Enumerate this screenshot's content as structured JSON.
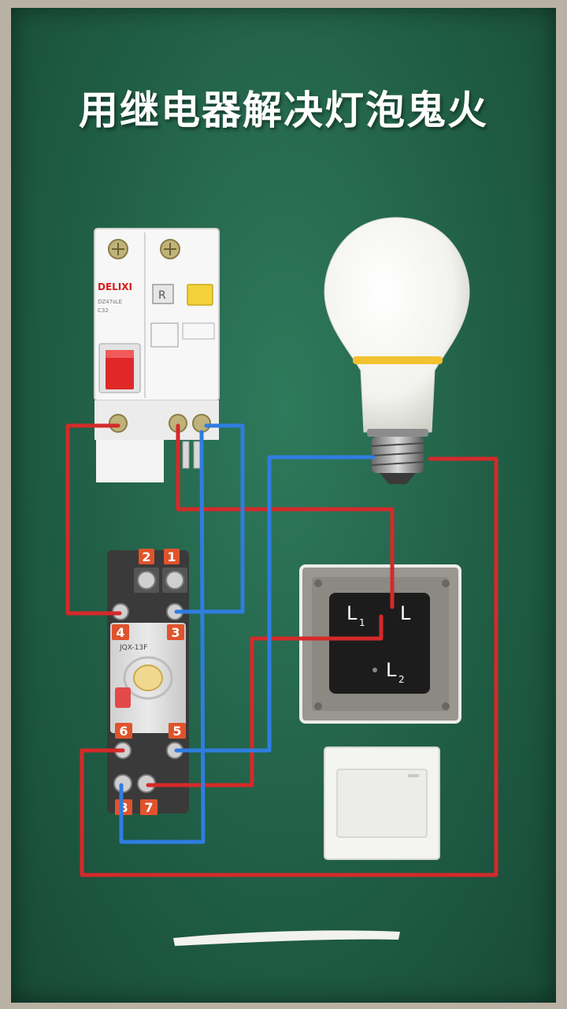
{
  "title": "用继电器解决灯泡鬼火",
  "breaker": {
    "brand": "DELIXI",
    "reset_label": "R",
    "fine_print": [
      "DZ47sLE",
      "C32"
    ]
  },
  "relay": {
    "terminal_labels": [
      "2",
      "1",
      "4",
      "3",
      "6",
      "5",
      "8",
      "7"
    ],
    "model": "JQX-13F"
  },
  "switch": {
    "terminal_l1": "L",
    "terminal_l1_sub": "1",
    "terminal_l": "L",
    "terminal_l2": "L",
    "terminal_l2_sub": "2"
  },
  "colors": {
    "board": "#1f5c44",
    "live_wire": "#d42a2a",
    "neutral_wire": "#2f7de0",
    "terminal_badge": "#e0532c"
  }
}
